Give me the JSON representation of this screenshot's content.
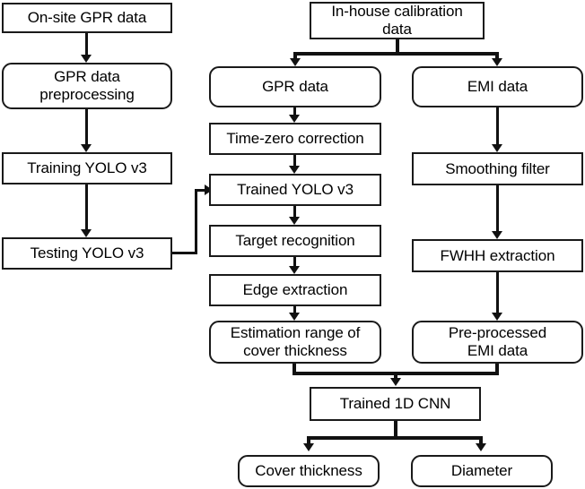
{
  "diagram": {
    "title": "GPR and EMI data processing flowchart",
    "stroke_color": "#111111",
    "fill_color": "#ffffff",
    "nodes": {
      "onsite_gpr_data": "On-site GPR data",
      "gpr_data_preprocessing": "GPR data\npreprocessing",
      "training_yolo_v3": "Training YOLO v3",
      "testing_yolo_v3": "Testing YOLO v3",
      "in_house_calibration_data": "In-house calibration\ndata",
      "gpr_data": "GPR data",
      "time_zero_correction": "Time-zero correction",
      "trained_yolo_v3": "Trained YOLO v3",
      "target_recognition": "Target recognition",
      "edge_extraction": "Edge extraction",
      "estimation_range_cover_thickness": "Estimation range of\ncover thickness",
      "emi_data": "EMI data",
      "smoothing_filter": "Smoothing filter",
      "fwhh_extraction": "FWHH extraction",
      "pre_processed_emi_data": "Pre-processed\nEMI data",
      "trained_1d_cnn": "Trained 1D CNN",
      "cover_thickness": "Cover thickness",
      "diameter": "Diameter"
    },
    "edges": [
      {
        "from": "onsite_gpr_data",
        "to": "gpr_data_preprocessing"
      },
      {
        "from": "gpr_data_preprocessing",
        "to": "training_yolo_v3"
      },
      {
        "from": "training_yolo_v3",
        "to": "testing_yolo_v3"
      },
      {
        "from": "testing_yolo_v3",
        "to": "trained_yolo_v3"
      },
      {
        "from": "in_house_calibration_data",
        "to": "gpr_data"
      },
      {
        "from": "in_house_calibration_data",
        "to": "emi_data"
      },
      {
        "from": "gpr_data",
        "to": "time_zero_correction"
      },
      {
        "from": "time_zero_correction",
        "to": "trained_yolo_v3"
      },
      {
        "from": "trained_yolo_v3",
        "to": "target_recognition"
      },
      {
        "from": "target_recognition",
        "to": "edge_extraction"
      },
      {
        "from": "edge_extraction",
        "to": "estimation_range_cover_thickness"
      },
      {
        "from": "emi_data",
        "to": "smoothing_filter"
      },
      {
        "from": "smoothing_filter",
        "to": "fwhh_extraction"
      },
      {
        "from": "fwhh_extraction",
        "to": "pre_processed_emi_data"
      },
      {
        "from": "estimation_range_cover_thickness",
        "to": "trained_1d_cnn"
      },
      {
        "from": "pre_processed_emi_data",
        "to": "trained_1d_cnn"
      },
      {
        "from": "trained_1d_cnn",
        "to": "cover_thickness"
      },
      {
        "from": "trained_1d_cnn",
        "to": "diameter"
      }
    ]
  }
}
